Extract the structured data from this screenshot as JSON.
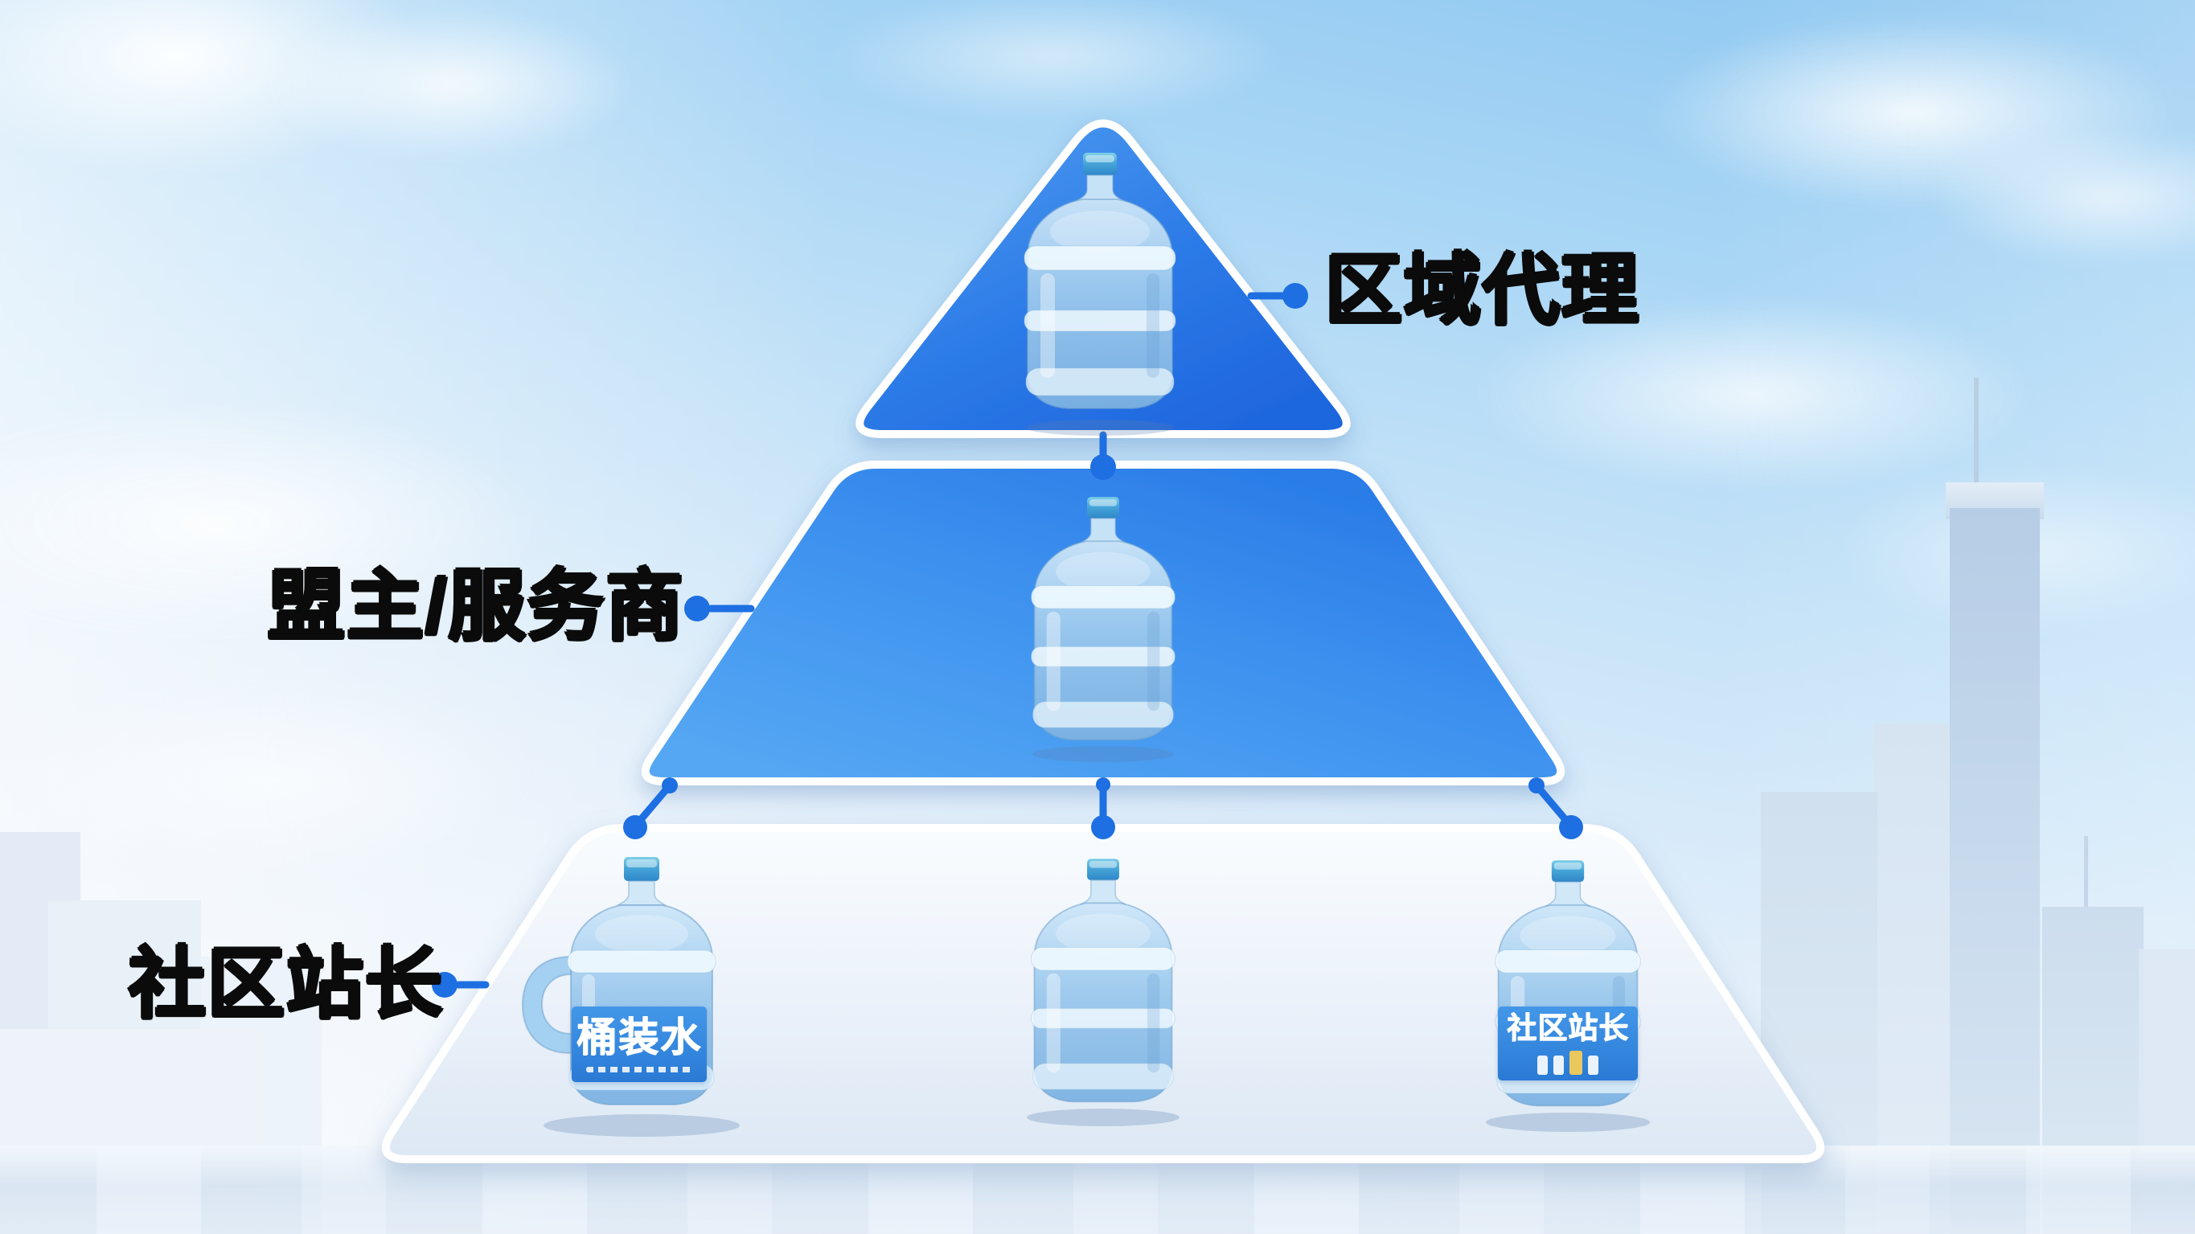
{
  "diagram": {
    "type": "pyramid",
    "direction": "top-down",
    "levels": [
      {
        "rank": 1,
        "label": "区域代理",
        "shape": "triangle",
        "bottles": 1,
        "label_side": "right"
      },
      {
        "rank": 2,
        "label": "盟主/服务商",
        "shape": "trapezoid",
        "bottles": 1,
        "label_side": "left"
      },
      {
        "rank": 3,
        "label": "社区站长",
        "shape": "trapezoid",
        "bottles": 3,
        "label_side": "left"
      }
    ]
  },
  "bottle_labels": {
    "left": "桶装水",
    "right": "社区站长"
  },
  "colors": {
    "tier1_gradient": [
      "#539ff1",
      "#1f66de"
    ],
    "tier2_gradient": [
      "#2273e4",
      "#55a7f3"
    ],
    "tier3_fill": [
      "#f9fcfe",
      "#dce8f4"
    ],
    "connector": "#1d6fe2",
    "label_text": "#0b0b0b",
    "bottle_plate": "#2e85dd",
    "sky": "#9fd0f2"
  }
}
